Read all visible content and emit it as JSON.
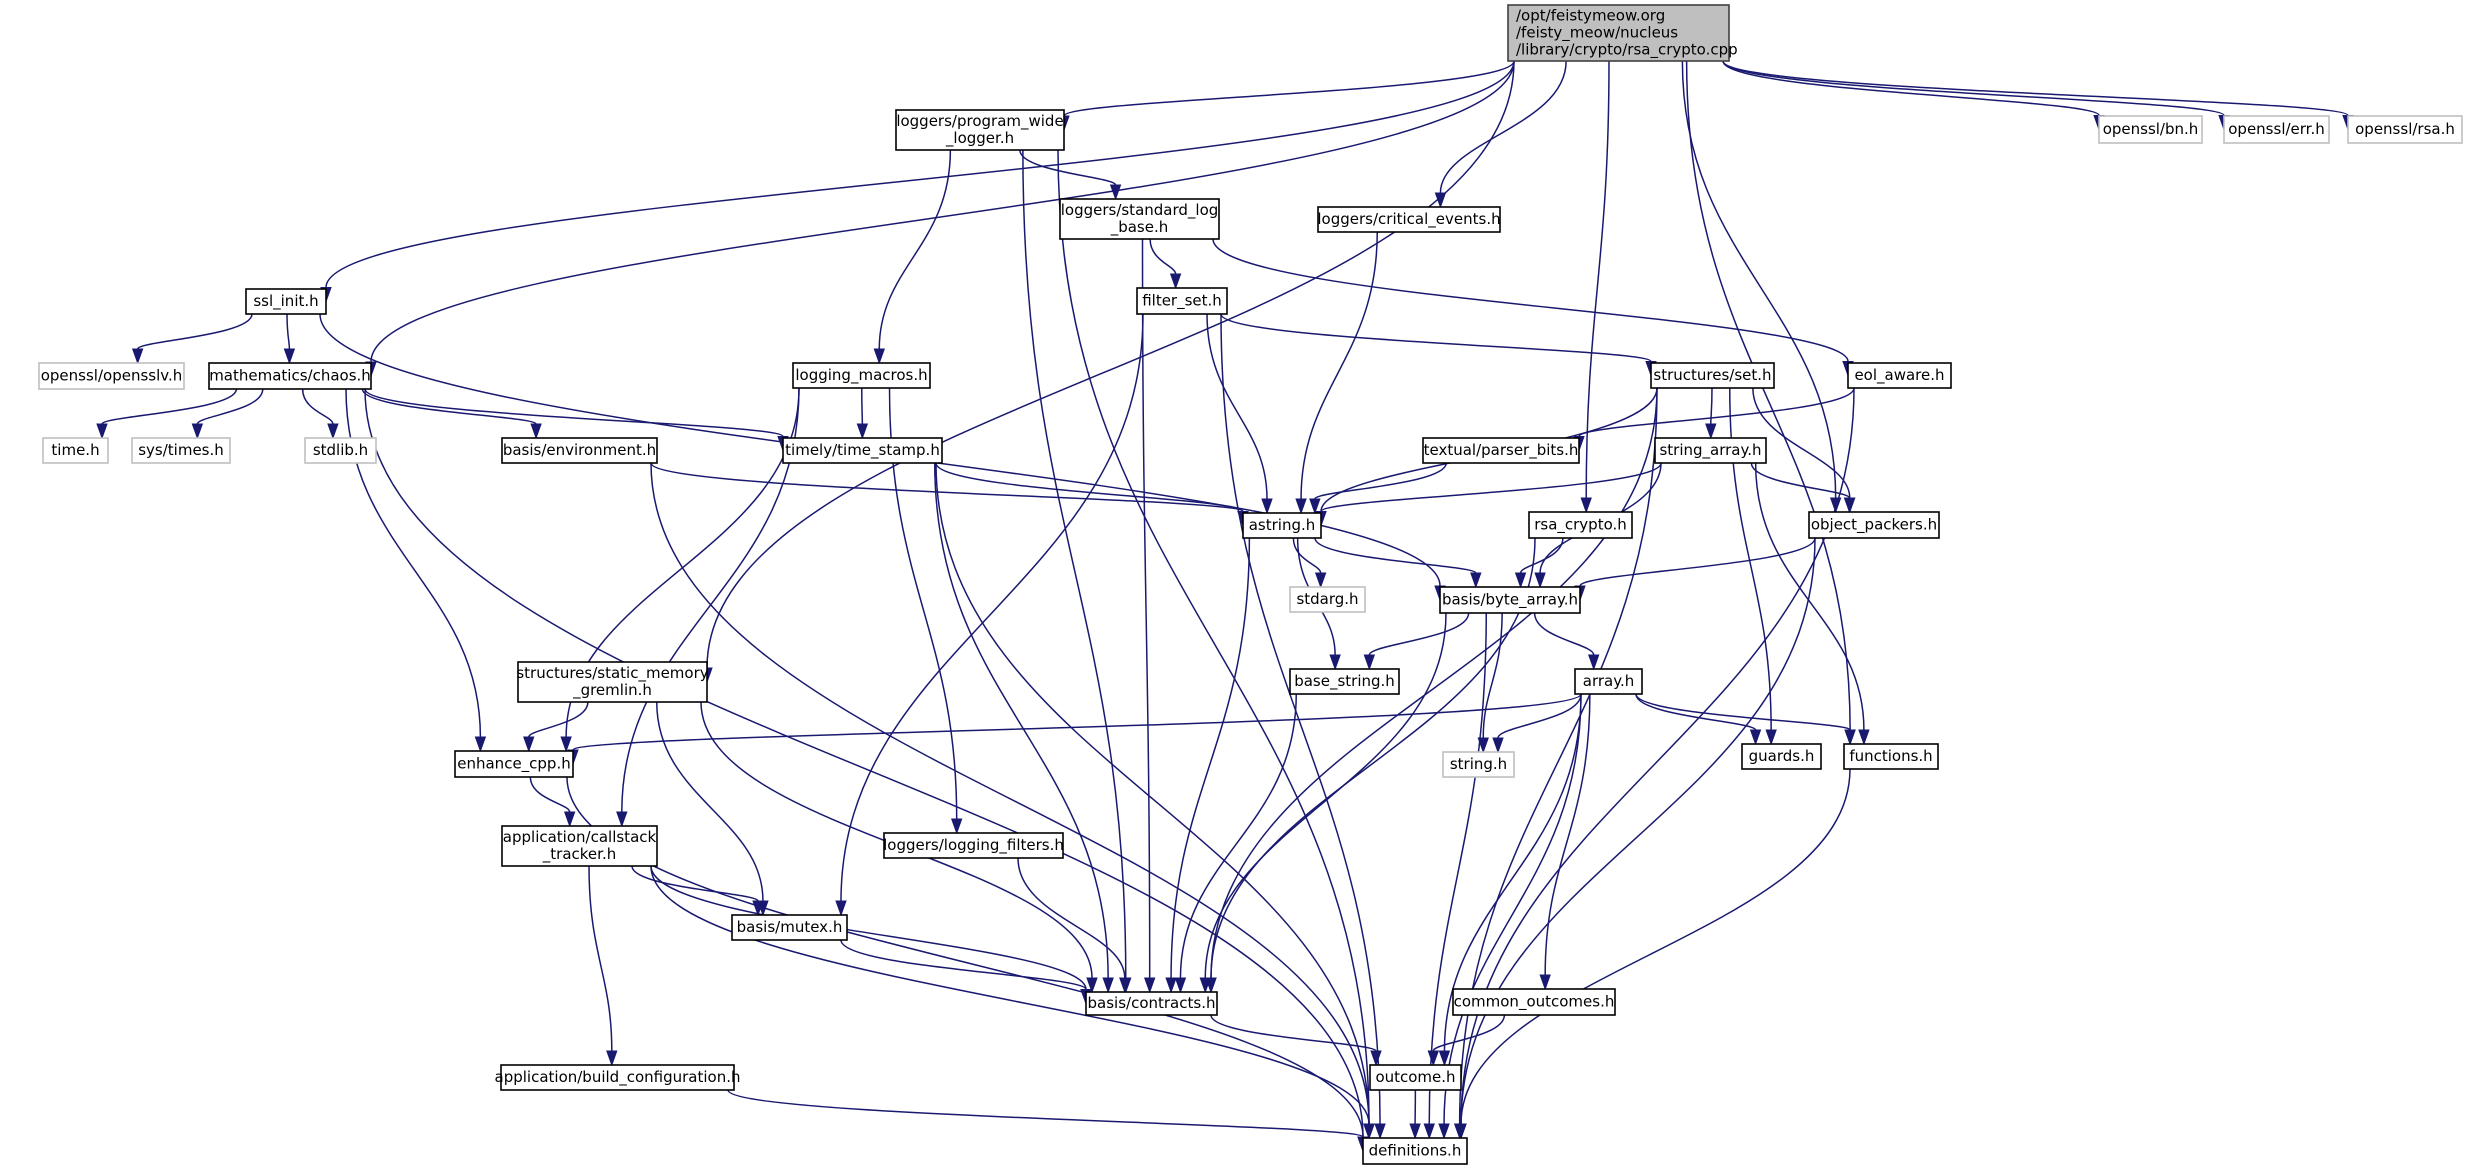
{
  "graph": {
    "title": "Include dependency graph for rsa_crypto.cpp",
    "colors": {
      "edge": "#191970",
      "root_fill": "#bfbfbf",
      "node_border": "#000000",
      "external_border": "#bfbfbf"
    },
    "nodes": [
      {
        "id": "root",
        "kind": "root",
        "lines": [
          "/opt/feistymeow.org",
          "/feisty_meow/nucleus",
          "/library/crypto/rsa_crypto.cpp"
        ]
      },
      {
        "id": "bn",
        "kind": "ext",
        "lines": [
          "openssl/bn.h"
        ]
      },
      {
        "id": "err",
        "kind": "ext",
        "lines": [
          "openssl/err.h"
        ]
      },
      {
        "id": "rsa",
        "kind": "ext",
        "lines": [
          "openssl/rsa.h"
        ]
      },
      {
        "id": "pwl",
        "kind": "link",
        "lines": [
          "loggers/program_wide",
          "_logger.h"
        ]
      },
      {
        "id": "slb",
        "kind": "link",
        "lines": [
          "loggers/standard_log",
          "_base.h"
        ]
      },
      {
        "id": "crit",
        "kind": "link",
        "lines": [
          "loggers/critical_events.h"
        ]
      },
      {
        "id": "filter",
        "kind": "link",
        "lines": [
          "filter_set.h"
        ]
      },
      {
        "id": "ssl",
        "kind": "link",
        "lines": [
          "ssl_init.h"
        ]
      },
      {
        "id": "opensslv",
        "kind": "ext",
        "lines": [
          "openssl/opensslv.h"
        ]
      },
      {
        "id": "chaos",
        "kind": "link",
        "lines": [
          "mathematics/chaos.h"
        ]
      },
      {
        "id": "lmacros",
        "kind": "link",
        "lines": [
          "logging_macros.h"
        ]
      },
      {
        "id": "set",
        "kind": "link",
        "lines": [
          "structures/set.h"
        ]
      },
      {
        "id": "eol",
        "kind": "link",
        "lines": [
          "eol_aware.h"
        ]
      },
      {
        "id": "time",
        "kind": "ext",
        "lines": [
          "time.h"
        ]
      },
      {
        "id": "systimes",
        "kind": "ext",
        "lines": [
          "sys/times.h"
        ]
      },
      {
        "id": "stdlib",
        "kind": "ext",
        "lines": [
          "stdlib.h"
        ]
      },
      {
        "id": "env",
        "kind": "link",
        "lines": [
          "basis/environment.h"
        ]
      },
      {
        "id": "tstamp",
        "kind": "link",
        "lines": [
          "timely/time_stamp.h"
        ]
      },
      {
        "id": "parser",
        "kind": "link",
        "lines": [
          "textual/parser_bits.h"
        ]
      },
      {
        "id": "strarr",
        "kind": "link",
        "lines": [
          "string_array.h"
        ]
      },
      {
        "id": "astring",
        "kind": "link",
        "lines": [
          "astring.h"
        ]
      },
      {
        "id": "rsah",
        "kind": "link",
        "lines": [
          "rsa_crypto.h"
        ]
      },
      {
        "id": "objp",
        "kind": "link",
        "lines": [
          "object_packers.h"
        ]
      },
      {
        "id": "stdarg",
        "kind": "ext",
        "lines": [
          "stdarg.h"
        ]
      },
      {
        "id": "bytearr",
        "kind": "link",
        "lines": [
          "basis/byte_array.h"
        ]
      },
      {
        "id": "gremlin",
        "kind": "link",
        "lines": [
          "structures/static_memory",
          "_gremlin.h"
        ]
      },
      {
        "id": "basestr",
        "kind": "link",
        "lines": [
          "base_string.h"
        ]
      },
      {
        "id": "array",
        "kind": "link",
        "lines": [
          "array.h"
        ]
      },
      {
        "id": "enhance",
        "kind": "link",
        "lines": [
          "enhance_cpp.h"
        ]
      },
      {
        "id": "string",
        "kind": "ext",
        "lines": [
          "string.h"
        ]
      },
      {
        "id": "guards",
        "kind": "link",
        "lines": [
          "guards.h"
        ]
      },
      {
        "id": "functions",
        "kind": "link",
        "lines": [
          "functions.h"
        ]
      },
      {
        "id": "callstack",
        "kind": "link",
        "lines": [
          "application/callstack",
          "_tracker.h"
        ]
      },
      {
        "id": "lfilters",
        "kind": "link",
        "lines": [
          "loggers/logging_filters.h"
        ]
      },
      {
        "id": "mutex",
        "kind": "link",
        "lines": [
          "basis/mutex.h"
        ]
      },
      {
        "id": "contracts",
        "kind": "link",
        "lines": [
          "basis/contracts.h"
        ]
      },
      {
        "id": "common",
        "kind": "link",
        "lines": [
          "common_outcomes.h"
        ]
      },
      {
        "id": "buildcfg",
        "kind": "link",
        "lines": [
          "application/build_configuration.h"
        ]
      },
      {
        "id": "outcome",
        "kind": "link",
        "lines": [
          "outcome.h"
        ]
      },
      {
        "id": "defs",
        "kind": "link",
        "lines": [
          "definitions.h"
        ]
      }
    ],
    "edges": [
      [
        "root",
        "bn"
      ],
      [
        "root",
        "err"
      ],
      [
        "root",
        "rsa"
      ],
      [
        "root",
        "pwl"
      ],
      [
        "root",
        "crit"
      ],
      [
        "root",
        "ssl"
      ],
      [
        "root",
        "chaos"
      ],
      [
        "root",
        "gremlin"
      ],
      [
        "root",
        "rsah"
      ],
      [
        "root",
        "objp"
      ],
      [
        "root",
        "functions"
      ],
      [
        "pwl",
        "slb"
      ],
      [
        "pwl",
        "lmacros"
      ],
      [
        "pwl",
        "contracts"
      ],
      [
        "pwl",
        "defs"
      ],
      [
        "slb",
        "filter"
      ],
      [
        "slb",
        "eol"
      ],
      [
        "slb",
        "contracts"
      ],
      [
        "crit",
        "astring"
      ],
      [
        "filter",
        "set"
      ],
      [
        "filter",
        "astring"
      ],
      [
        "filter",
        "mutex"
      ],
      [
        "filter",
        "defs"
      ],
      [
        "ssl",
        "opensslv"
      ],
      [
        "ssl",
        "chaos"
      ],
      [
        "ssl",
        "bytearr"
      ],
      [
        "chaos",
        "time"
      ],
      [
        "chaos",
        "systimes"
      ],
      [
        "chaos",
        "stdlib"
      ],
      [
        "chaos",
        "env"
      ],
      [
        "chaos",
        "tstamp"
      ],
      [
        "chaos",
        "enhance"
      ],
      [
        "chaos",
        "defs"
      ],
      [
        "lmacros",
        "tstamp"
      ],
      [
        "lmacros",
        "enhance"
      ],
      [
        "lmacros",
        "callstack"
      ],
      [
        "lmacros",
        "lfilters"
      ],
      [
        "set",
        "strarr"
      ],
      [
        "set",
        "astring"
      ],
      [
        "set",
        "objp"
      ],
      [
        "set",
        "guards"
      ],
      [
        "set",
        "contracts"
      ],
      [
        "set",
        "defs"
      ],
      [
        "eol",
        "parser"
      ],
      [
        "eol",
        "defs"
      ],
      [
        "env",
        "astring"
      ],
      [
        "env",
        "defs"
      ],
      [
        "tstamp",
        "astring"
      ],
      [
        "tstamp",
        "contracts"
      ],
      [
        "tstamp",
        "defs"
      ],
      [
        "parser",
        "astring"
      ],
      [
        "strarr",
        "astring"
      ],
      [
        "strarr",
        "objp"
      ],
      [
        "strarr",
        "bytearr"
      ],
      [
        "strarr",
        "functions"
      ],
      [
        "astring",
        "stdarg"
      ],
      [
        "astring",
        "bytearr"
      ],
      [
        "astring",
        "basestr"
      ],
      [
        "astring",
        "contracts"
      ],
      [
        "rsah",
        "bytearr"
      ],
      [
        "rsah",
        "contracts"
      ],
      [
        "objp",
        "bytearr"
      ],
      [
        "objp",
        "defs"
      ],
      [
        "bytearr",
        "basestr"
      ],
      [
        "bytearr",
        "array"
      ],
      [
        "bytearr",
        "string"
      ],
      [
        "bytearr",
        "contracts"
      ],
      [
        "bytearr",
        "defs"
      ],
      [
        "gremlin",
        "enhance"
      ],
      [
        "gremlin",
        "mutex"
      ],
      [
        "gremlin",
        "contracts"
      ],
      [
        "basestr",
        "contracts"
      ],
      [
        "array",
        "enhance"
      ],
      [
        "array",
        "string"
      ],
      [
        "array",
        "guards"
      ],
      [
        "array",
        "functions"
      ],
      [
        "array",
        "common"
      ],
      [
        "array",
        "outcome"
      ],
      [
        "array",
        "defs"
      ],
      [
        "enhance",
        "callstack"
      ],
      [
        "enhance",
        "defs"
      ],
      [
        "callstack",
        "mutex"
      ],
      [
        "callstack",
        "contracts"
      ],
      [
        "callstack",
        "buildcfg"
      ],
      [
        "callstack",
        "defs"
      ],
      [
        "lfilters",
        "contracts"
      ],
      [
        "mutex",
        "contracts"
      ],
      [
        "contracts",
        "outcome"
      ],
      [
        "common",
        "outcome"
      ],
      [
        "buildcfg",
        "defs"
      ],
      [
        "outcome",
        "defs"
      ],
      [
        "functions",
        "defs"
      ]
    ]
  }
}
